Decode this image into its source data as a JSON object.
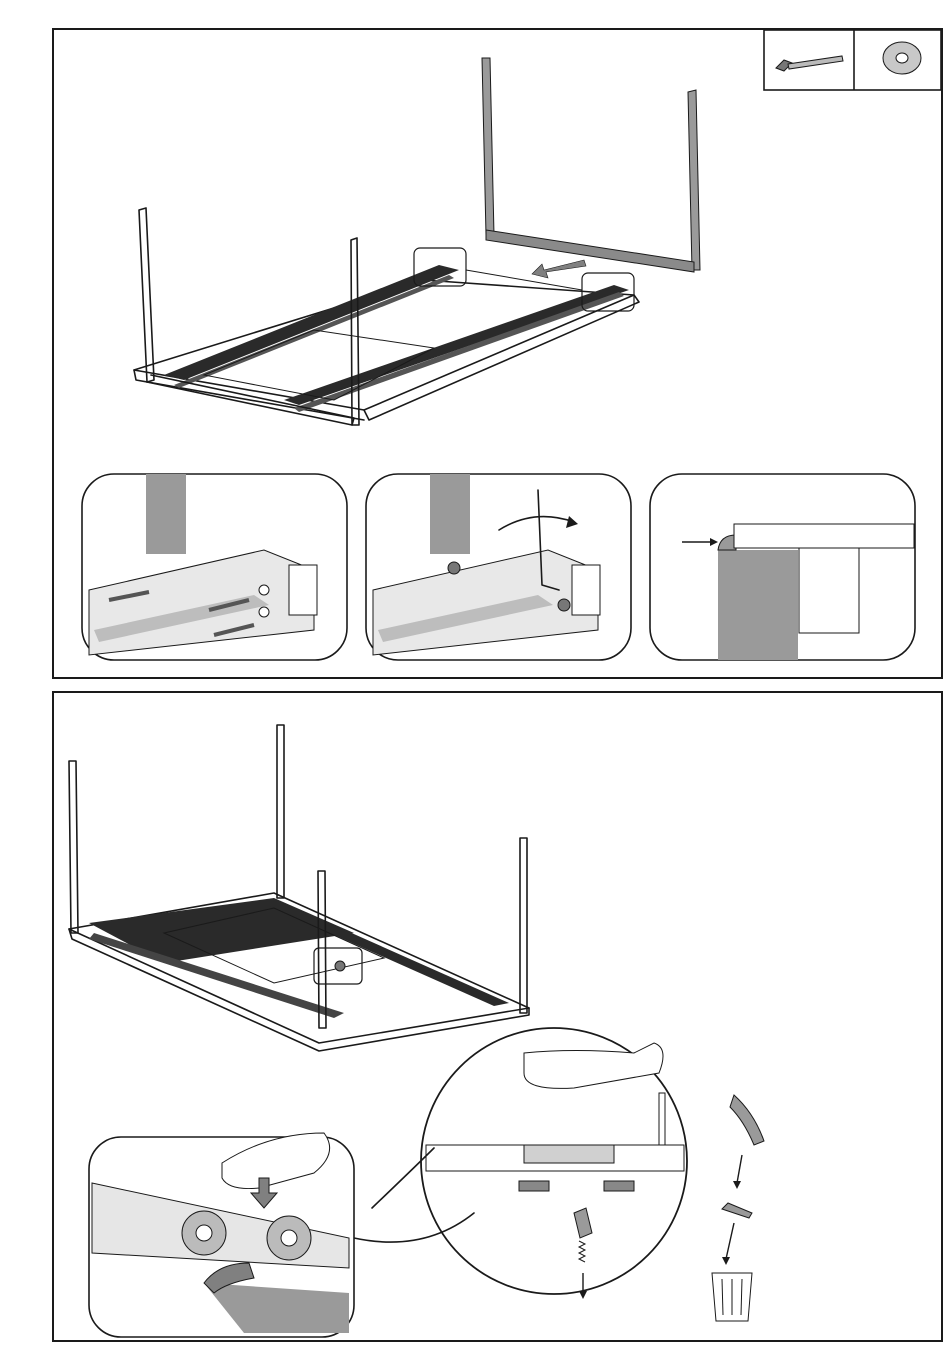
{
  "page": {
    "type": "assembly-instructions",
    "steps": [
      {
        "id": "attach-leg-frame",
        "parts": [
          {
            "icon": "bolt-icon"
          },
          {
            "icon": "washer-icon"
          }
        ],
        "details": [
          {
            "icon": "insert-bolts-detail"
          },
          {
            "icon": "tighten-hex-key-detail"
          },
          {
            "icon": "edge-alignment-detail"
          }
        ]
      },
      {
        "id": "remove-transport-lock",
        "details": [
          {
            "icon": "press-and-rotate-detail"
          },
          {
            "icon": "release-spring-detail"
          },
          {
            "icon": "discard-parts-icon"
          }
        ]
      }
    ],
    "colors": {
      "line": "#1a1a1a",
      "metal": "#9a9a9a",
      "arrow": "#808080",
      "background": "#ffffff"
    }
  }
}
